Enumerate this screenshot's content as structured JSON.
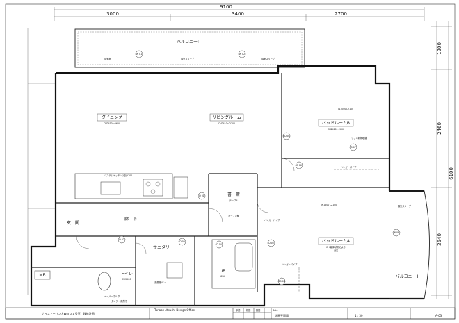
{
  "dimensions": {
    "overall_width": "9100",
    "top_segments": [
      "3000",
      "3400",
      "2700"
    ],
    "right_segments": [
      "1200",
      "2460",
      "6100",
      "2640"
    ]
  },
  "rooms": {
    "balcony_1": "バルコニーⅠ",
    "balcony_2": "バルコニーⅡ",
    "dining": "ダイニング",
    "dining_ch": "CH2410〜2650",
    "living": "リビングルーム",
    "living_ch": "CH2410〜2700",
    "bedroom_b": "ベッドルームB",
    "bedroom_b_ch": "CH2410〜2600",
    "bedroom_a": "ベッドルームA",
    "bedroom_a_note1": "CH:躯体状況により",
    "bedroom_a_note2": "決定",
    "study": "書　斎",
    "entrance": "玄　関",
    "corridor": "廊　下",
    "sanitary": "サニタリー",
    "toilet": "トイレ",
    "toilet_ch": "CH2200",
    "mb": "MB",
    "ub": "UB",
    "ub_size": "1216"
  },
  "labels": {
    "system_kitchen": "システムキッチン(I型)2700",
    "hanger_pipe_1": "ハンガーパイプ",
    "hanger_pipe_2": "ハンガーパイプ",
    "hanger_pipe_3": "ハンガーパイプ",
    "open_shelf": "オープン棚",
    "table": "テーブル",
    "washing_machine": "洗濯機パン",
    "paper_holder": "ペーパーホルダ",
    "tank": "タンク・手洗付",
    "sliding_sleeve_1": "換気スリーブ",
    "sliding_sleeve_2": "換気スリーブ",
    "sleeve_right": "換気スリーブ",
    "kan_ki": "換気扇",
    "door_dims": "W1600 L2100",
    "sash_note": "サッシ新規取替",
    "dimension_note": "W1000,L2100"
  },
  "tags": {
    "w01": "W 01",
    "w02": "W 02",
    "w03": "W 03",
    "d02": "D 02",
    "d03": "D 03",
    "d04": "D 04",
    "d06": "D 06",
    "d07": "D 07",
    "d01": "D 01",
    "sd01": "SD 01",
    "sd03": "SD 03",
    "d05": "D 05"
  },
  "title_block": {
    "project": "ナイスアーバン大森５０１号室　改修計画",
    "office": "Tanabe Atsushi Design Office",
    "drawing_title": "計画平面図",
    "scale": "1 : 30",
    "sheet_no": "A-03",
    "h1": "承認",
    "h2": "検図",
    "h3": "製図",
    "h4": "Date"
  }
}
